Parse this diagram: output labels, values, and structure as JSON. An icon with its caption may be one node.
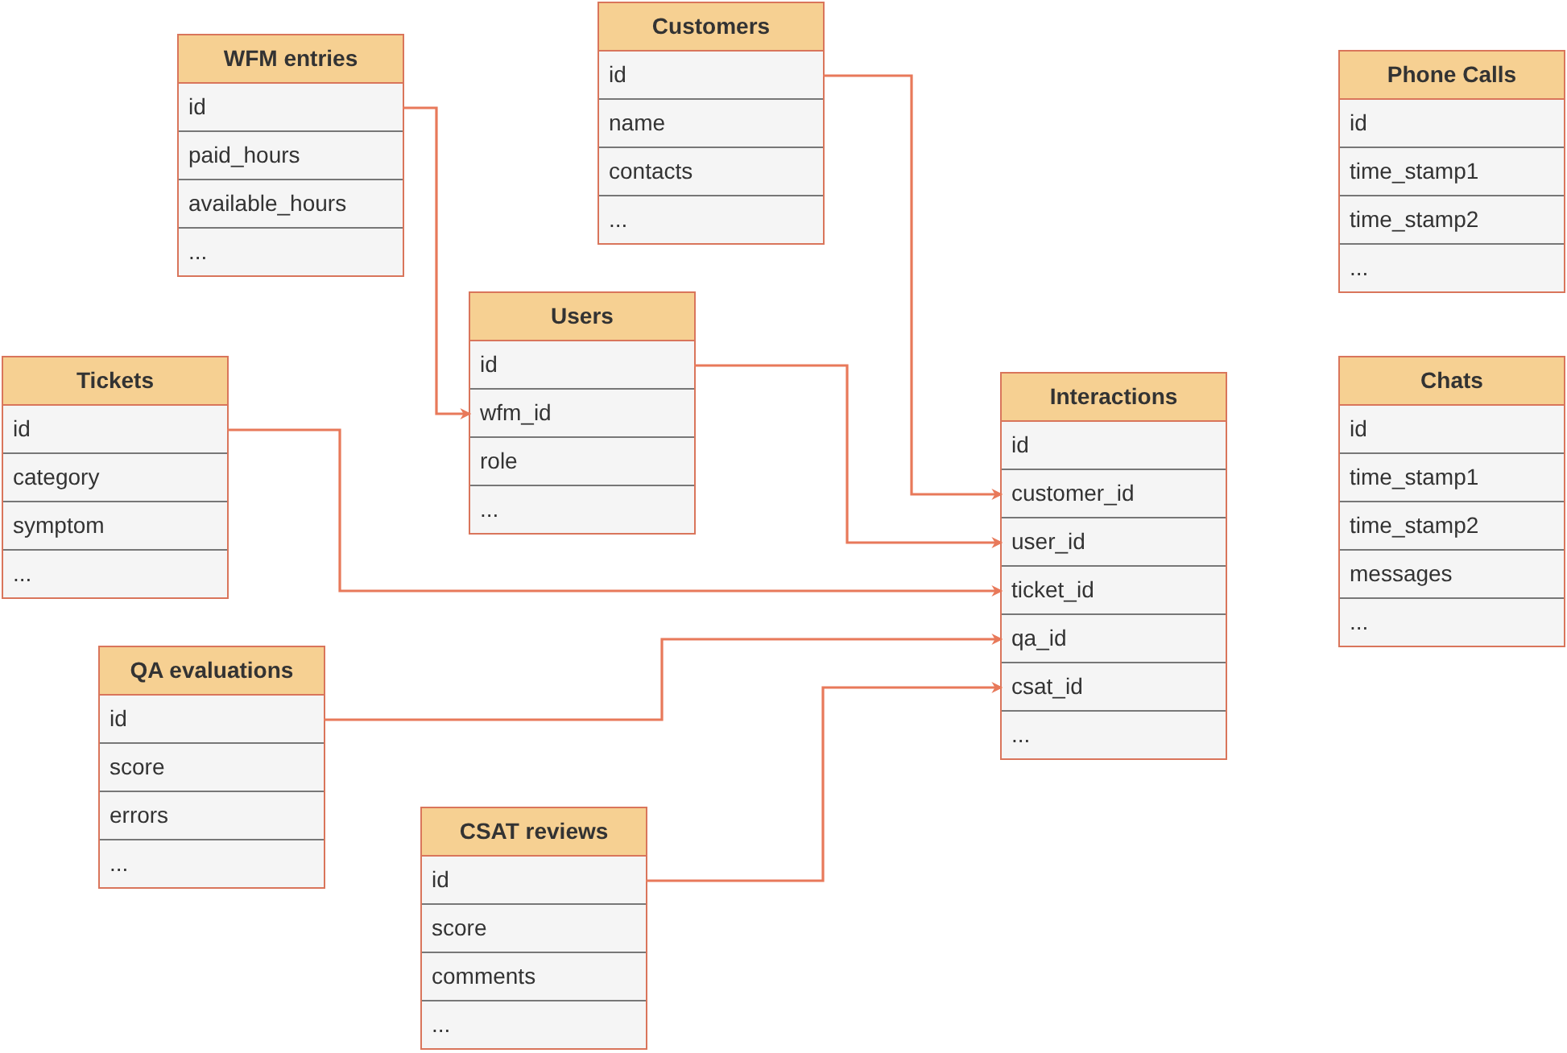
{
  "diagram": {
    "nodes": [
      {
        "text": [
          "Customers"
        ]
      },
      {
        "text": [
          "id"
        ],
        "in": 0
      },
      {
        "text": [
          "name"
        ],
        "in": 0
      },
      {
        "text": [
          "contacts"
        ],
        "in": 0
      },
      {
        "text": [
          "..."
        ],
        "in": 0
      },
      {
        "text": [
          "WFM entries"
        ]
      },
      {
        "text": [
          "id"
        ],
        "in": 5
      },
      {
        "text": [
          "paid_hours"
        ],
        "in": 5
      },
      {
        "text": [
          "available_hours"
        ],
        "in": 5
      },
      {
        "text": [
          "..."
        ],
        "in": 5
      },
      {
        "text": [
          "Phone Calls"
        ]
      },
      {
        "text": [
          "id"
        ],
        "in": 10
      },
      {
        "text": [
          "time_stamp1"
        ],
        "in": 10
      },
      {
        "text": [
          "time_stamp2"
        ],
        "in": 10
      },
      {
        "text": [
          "..."
        ],
        "in": 10
      },
      {
        "text": [
          "Users"
        ]
      },
      {
        "text": [
          "id"
        ],
        "in": 15
      },
      {
        "text": [
          "wfm_id"
        ],
        "in": 15
      },
      {
        "text": [
          "role"
        ],
        "in": 15
      },
      {
        "text": [
          "..."
        ],
        "in": 15
      },
      {
        "text": [
          "Tickets"
        ]
      },
      {
        "text": [
          "id"
        ],
        "in": 20
      },
      {
        "text": [
          "category"
        ],
        "in": 20
      },
      {
        "text": [
          "symptom"
        ],
        "in": 20
      },
      {
        "text": [
          "..."
        ],
        "in": 20
      },
      {
        "text": [
          "Interactions"
        ]
      },
      {
        "text": [
          "id"
        ],
        "in": 25
      },
      {
        "text": [
          "customer_id"
        ],
        "in": 25
      },
      {
        "text": [
          "user_id"
        ],
        "in": 25
      },
      {
        "text": [
          "ticket_id"
        ],
        "in": 25
      },
      {
        "text": [
          "qa_id"
        ],
        "in": 25
      },
      {
        "text": [
          "csat_id"
        ],
        "in": 25
      },
      {
        "text": [
          "..."
        ],
        "in": 25
      },
      {
        "text": [
          "Chats"
        ]
      },
      {
        "text": [
          "id"
        ],
        "in": 33
      },
      {
        "text": [
          "time_stamp1"
        ],
        "in": 33
      },
      {
        "text": [
          "time_stamp2"
        ],
        "in": 33
      },
      {
        "text": [
          "messages"
        ],
        "in": 33
      },
      {
        "text": [
          "..."
        ],
        "in": 33
      },
      {
        "text": [
          "QA evaluations"
        ]
      },
      {
        "text": [
          "id"
        ],
        "in": 39
      },
      {
        "text": [
          "score"
        ],
        "in": 39
      },
      {
        "text": [
          "errors"
        ],
        "in": 39
      },
      {
        "text": [
          "..."
        ],
        "in": 39
      },
      {
        "text": [
          "CSAT reviews"
        ]
      },
      {
        "text": [
          "id"
        ],
        "in": 44
      },
      {
        "text": [
          "score"
        ],
        "in": 44
      },
      {
        "text": [
          "comments"
        ],
        "in": 44
      },
      {
        "text": [
          "..."
        ],
        "in": 44
      }
    ],
    "edges": [
      {
        "from": 6,
        "to": 17,
        "arrow": "to"
      },
      {
        "from": 1,
        "to": 27,
        "arrow": "to"
      },
      {
        "from": 16,
        "to": 28,
        "arrow": "to"
      },
      {
        "from": 21,
        "to": 29,
        "arrow": "to"
      },
      {
        "from": 40,
        "to": 30,
        "arrow": "to"
      },
      {
        "from": 45,
        "to": 31,
        "arrow": "to"
      }
    ]
  }
}
